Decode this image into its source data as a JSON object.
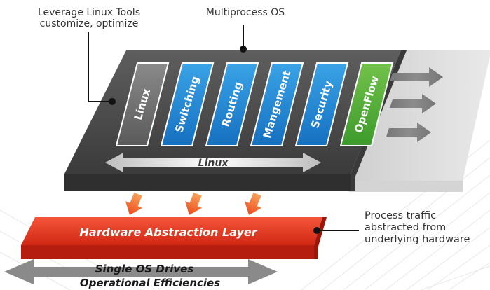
{
  "callouts": {
    "linux_tools_line1": "Leverage Linux Tools",
    "linux_tools_line2": "customize, optimize",
    "multiprocess_os": "Multiprocess OS",
    "traffic_line1": "Process traffic",
    "traffic_line2": "abstracted from",
    "traffic_line3": "underlying hardware"
  },
  "modules": [
    {
      "label": "Linux",
      "color": "#6d6d6d"
    },
    {
      "label": "Switching",
      "color": "#1f86d1"
    },
    {
      "label": "Routing",
      "color": "#1f86d1"
    },
    {
      "label": "Mangement",
      "color": "#1f86d1"
    },
    {
      "label": "Security",
      "color": "#1f86d1"
    },
    {
      "label": "OpenFlow",
      "color": "#4fae3a"
    }
  ],
  "platform_label": "Linux",
  "hal_label": "Hardware Abstraction Layer",
  "bottom": {
    "line1": "Single OS Drives",
    "line2": "Operational Efficiencies"
  },
  "colors": {
    "platform": "#4a4a4a",
    "hal": "#e8321e",
    "arrow_orange": "#f06a2a"
  }
}
